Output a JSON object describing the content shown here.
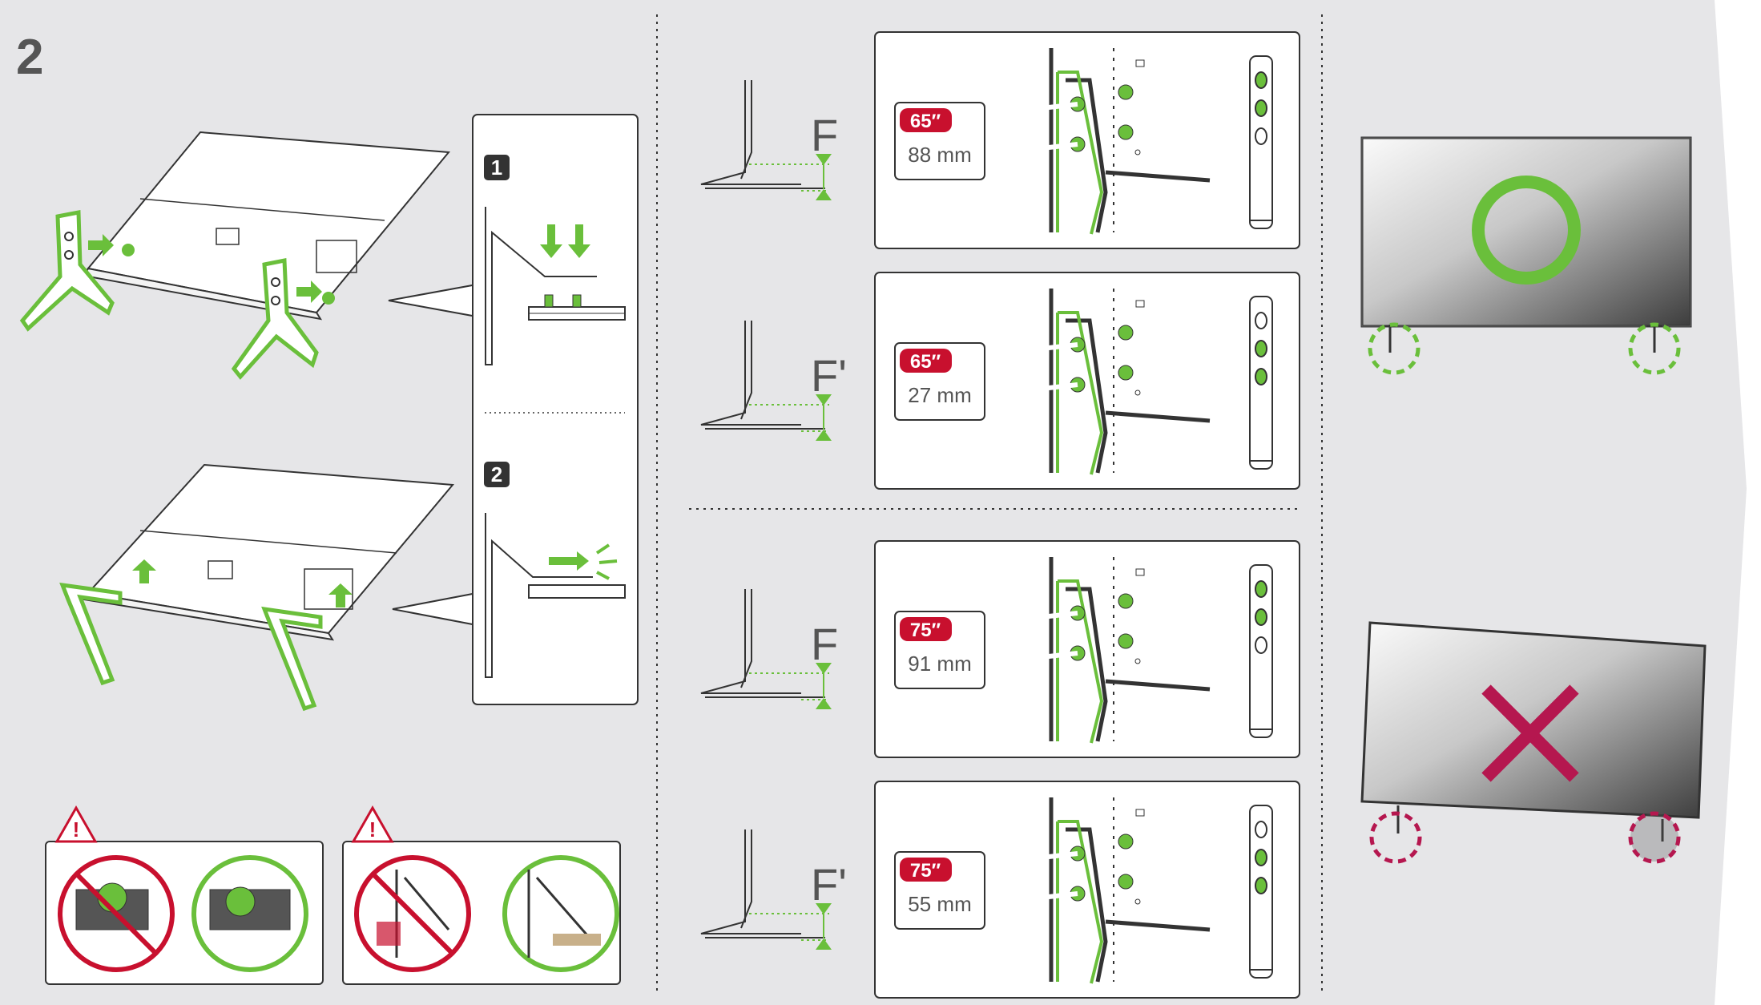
{
  "step": {
    "number": "2"
  },
  "detail_steps": {
    "first": "1",
    "second": "2"
  },
  "height_panels": [
    {
      "letter": "F",
      "size": "65″",
      "measure": "88 mm"
    },
    {
      "letter": "F'",
      "size": "65″",
      "measure": "27 mm"
    },
    {
      "letter": "F",
      "size": "75″",
      "measure": "91 mm"
    },
    {
      "letter": "F'",
      "size": "75″",
      "measure": "55 mm"
    }
  ],
  "icons": {
    "warning": "warning-triangle-icon",
    "correct": "circle-icon",
    "wrong": "cross-icon"
  },
  "colors": {
    "background": "#e6e6e8",
    "accent_green": "#6abf3b",
    "warning_red": "#c8102e",
    "wrong_magenta": "#b5174f",
    "line": "#2b2b2b"
  }
}
